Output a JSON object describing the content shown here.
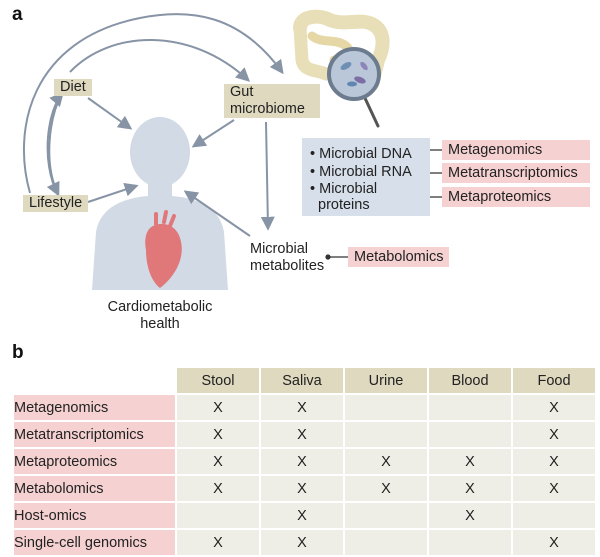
{
  "panel_a": {
    "label": "a",
    "diet": "Diet",
    "gut_microbiome": [
      "Gut",
      "microbiome"
    ],
    "lifestyle": "Lifestyle",
    "health": [
      "Cardiometabolic",
      "health"
    ],
    "box_items": [
      "Microbial DNA",
      "Microbial RNA",
      "Microbial",
      "proteins"
    ],
    "metabolites": [
      "Microbial",
      "metabolites"
    ],
    "omics": [
      "Metagenomics",
      "Metatranscriptomics",
      "Metaproteomics",
      "Metabolomics"
    ]
  },
  "panel_b": {
    "label": "b",
    "columns": [
      "Stool",
      "Saliva",
      "Urine",
      "Blood",
      "Food"
    ],
    "rows": [
      {
        "name": "Metagenomics",
        "cells": [
          "X",
          "X",
          "",
          "",
          "X"
        ]
      },
      {
        "name": "Metatranscriptomics",
        "cells": [
          "X",
          "X",
          "",
          "",
          "X"
        ]
      },
      {
        "name": "Metaproteomics",
        "cells": [
          "X",
          "X",
          "X",
          "X",
          "X"
        ]
      },
      {
        "name": "Metabolomics",
        "cells": [
          "X",
          "X",
          "X",
          "X",
          "X"
        ]
      },
      {
        "name": "Host-omics",
        "cells": [
          "",
          "X",
          "",
          "X",
          ""
        ]
      },
      {
        "name": "Single-cell genomics",
        "cells": [
          "X",
          "X",
          "",
          "",
          "X"
        ]
      }
    ]
  },
  "colors": {
    "beige_tag": "#dfd9bf",
    "pink_tag": "#f6d1d1",
    "blue_box": "#d6dfea",
    "body_silhouette": "#d2dae6",
    "heart": "#e0787a",
    "arrow": "#8794a6",
    "table_cell": "#efeee6"
  }
}
